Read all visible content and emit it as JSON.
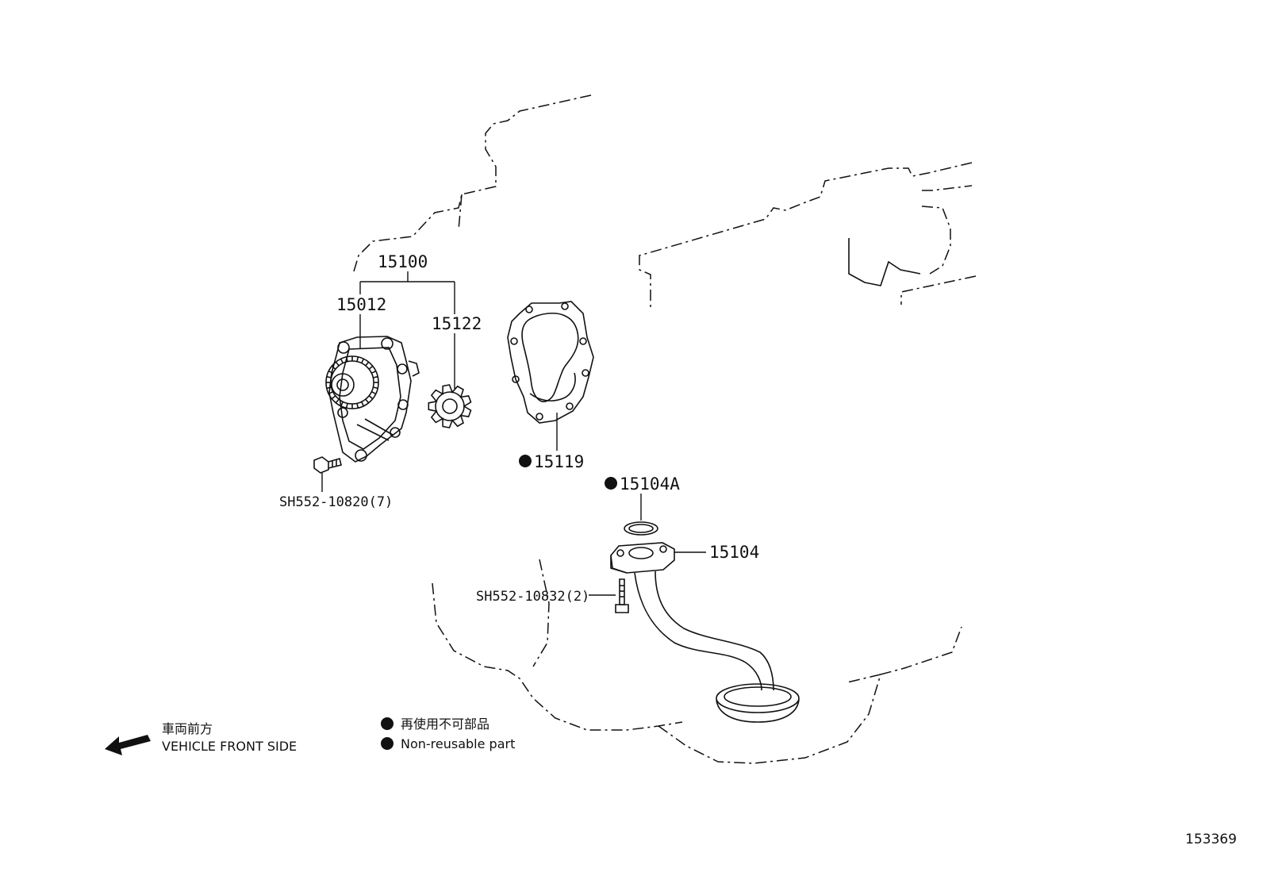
{
  "parts": {
    "p15100": "15100",
    "p15012": "15012",
    "p15122": "15122",
    "p15119": "15119",
    "p15104A": "15104A",
    "p15104": "15104",
    "bolt_pump": "SH552-10820(7)",
    "bolt_strainer": "SH552-10832(2)"
  },
  "legend": {
    "direction_ja": "車両前方",
    "direction_en": "VEHICLE FRONT SIDE",
    "nonreusable_ja": "再使用不可部品",
    "nonreusable_en": "Non-reusable part"
  },
  "reference_number": "153369",
  "icons": {
    "nonreusable_marker": "filled-circle-icon",
    "front_arrow": "arrow-left-icon"
  },
  "colors": {
    "line": "#111111",
    "background": "#ffffff"
  }
}
